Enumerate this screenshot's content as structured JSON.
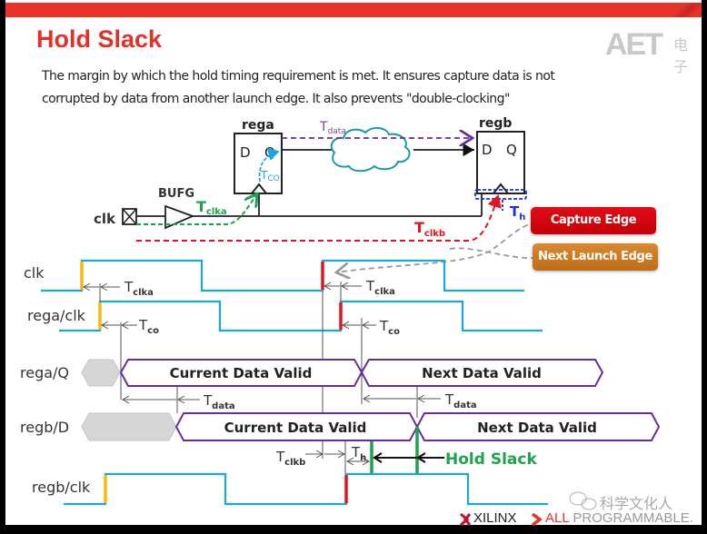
{
  "slide": {
    "title": "Hold Slack",
    "description_line1": "The margin by which the hold timing requirement is met. It ensures  capture data is not",
    "description_line2": "corrupted by data from another launch edge. It  also prevents \"double-clocking\"",
    "logo_text": "AET",
    "logo_sub": "电子",
    "colors": {
      "accent_red": "#e8322a",
      "clock_wave": "#1aa6e0",
      "launch_edge": "#f5b914",
      "capture_edge": "#e3141e",
      "hold_slack": "#1fa34a",
      "data_bus": "#6a2c9a",
      "invalid_bus": "#d6d6d6"
    }
  },
  "schematic": {
    "reg_a": {
      "name": "rega",
      "d": "D",
      "q": "Q"
    },
    "reg_b": {
      "name": "regb",
      "d": "D",
      "q": "Q"
    },
    "buffer": "BUFG",
    "clk_port": "clk",
    "t_data": {
      "main": "T",
      "sub": "data"
    },
    "t_co": {
      "main": "T",
      "sub": "CO"
    },
    "t_clka": {
      "main": "T",
      "sub": "clka"
    },
    "t_clkb": {
      "main": "T",
      "sub": "clkb"
    },
    "t_h": {
      "main": "T",
      "sub": "h"
    }
  },
  "callouts": {
    "capture_edge": "Capture Edge",
    "next_launch_edge": "Next Launch Edge"
  },
  "waveforms": {
    "signals": [
      {
        "name": "clk"
      },
      {
        "name": "rega/clk"
      },
      {
        "name": "rega/Q"
      },
      {
        "name": "regb/D"
      },
      {
        "name": "regb/clk"
      }
    ],
    "rega_q": {
      "current": "Current Data Valid",
      "next": "Next Data Valid"
    },
    "regb_d": {
      "current": "Current Data Valid",
      "next": "Next Data Valid"
    },
    "annotations": {
      "t_clka_1": {
        "main": "T",
        "sub": "clka"
      },
      "t_clka_2": {
        "main": "T",
        "sub": "clka"
      },
      "t_co_1": {
        "main": "T",
        "sub": "co"
      },
      "t_co_2": {
        "main": "T",
        "sub": "co"
      },
      "t_data_1": {
        "main": "T",
        "sub": "data"
      },
      "t_data_2": {
        "main": "T",
        "sub": "data"
      },
      "t_clkb": {
        "main": "T",
        "sub": "clkb"
      },
      "t_h": {
        "main": "T",
        "sub": "h"
      },
      "hold_slack": "Hold Slack"
    }
  },
  "footer": {
    "brand": "XILINX",
    "tagline_red": "ALL",
    "tagline_grey": "PROGRAMMABLE.",
    "watermark": "科学文化人"
  }
}
